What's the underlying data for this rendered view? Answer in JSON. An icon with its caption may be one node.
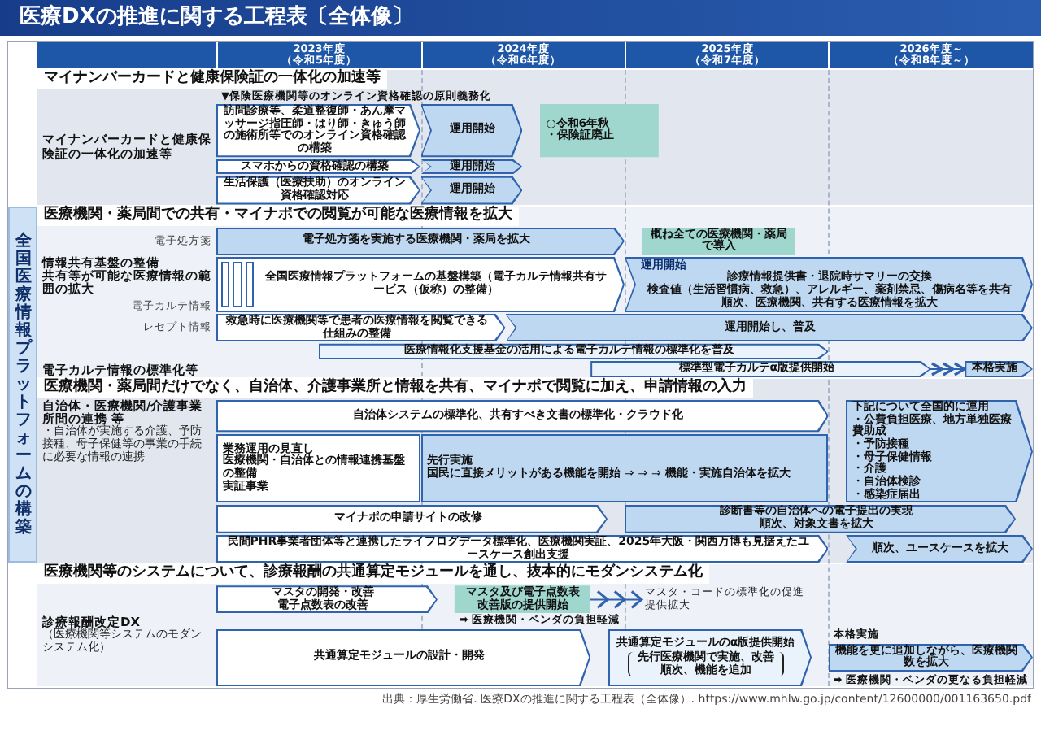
{
  "diagram": {
    "title": "医療DXの推進に関する工程表〔全体像〕",
    "caption": "出典：厚生労働省. 医療DXの推進に関する工程表（全体像）. https://www.mhlw.go.jp/content/12600000/001163650.pdf",
    "nodes": [
      {
        "text": [
          "全国医療情報プラットフォームの構築"
        ]
      },
      {
        "text": [
          "訪問診療等、柔道整復師・あん摩マッサージ指圧師・はり師・きゅう師の施術所等でのオンライン資格確認の構築"
        ]
      },
      {
        "text": [
          "運用開始"
        ]
      },
      {
        "text": [
          "○令和6年秋",
          "・保険証廃止"
        ]
      },
      {
        "text": [
          "スマホからの資格確認の構築"
        ]
      },
      {
        "text": [
          "運用開始"
        ]
      },
      {
        "text": [
          "生活保護（医療扶助）のオンライン資格確認対応"
        ]
      },
      {
        "text": [
          "運用開始"
        ]
      },
      {
        "text": [
          "電子処方箋を実施する医療機関・薬局を拡大"
        ],
        "beside": [
          "電子処方箋"
        ]
      },
      {
        "text": [
          "概ね全ての医療機関・薬局で導入"
        ]
      },
      {
        "text": [
          "全国医療情報プラットフォームの基盤構築（電子カルテ情報共有サービス（仮称）の整備）"
        ]
      },
      {
        "text": [
          "運用開始",
          "診療情報提供書・退院時サマリーの交換",
          "検査値（生活習慣病、救急）、アレルギー、薬剤禁忌、傷病名等を共有",
          "順次、医療機関、共有する医療情報を拡大"
        ]
      },
      {
        "text": [
          "救急時に医療機関等で患者の医療情報を閲覧できる仕組みの整備"
        ],
        "beside": [
          "レセプト情報"
        ]
      },
      {
        "text": [
          "運用開始し、普及"
        ]
      },
      {
        "text": [
          "医療情報化支援基金の活用による電子カルテ情報の標準化を普及"
        ]
      },
      {
        "text": [
          "標準型電子カルテα版提供開始"
        ]
      },
      {
        "text": [
          "本格実施"
        ]
      },
      {
        "text": [
          "自治体システムの標準化、共有すべき文書の標準化・クラウド化"
        ]
      },
      {
        "text": [
          "下記について全国的に運用",
          "・公費負担医療、地方単独医療費助成",
          "・予防接種",
          "・母子保健情報",
          "・介護",
          "・自治体検診",
          "・感染症届出"
        ]
      },
      {
        "text": [
          "業務運用の見直し",
          "医療機関・自治体との情報連携基盤の整備",
          "実証事業"
        ]
      },
      {
        "text": [
          "先行実施",
          "国民に直接メリットがある機能を開始 ⇒ ⇒ ⇒ 機能・実施自治体を拡大"
        ]
      },
      {
        "text": [
          "マイナポの申請サイトの改修"
        ]
      },
      {
        "text": [
          "診断書等の自治体への電子提出の実現",
          "順次、対象文書を拡大"
        ]
      },
      {
        "text": [
          "民間PHR事業者団体等と連携したライフログデータ標準化、医療機関実証、2025年大阪・関西万博も見据えたユースケース創出支援"
        ]
      },
      {
        "text": [
          "順次、ユースケースを拡大"
        ]
      },
      {
        "text": [
          "マスタの開発・改善",
          "電子点数表の改善"
        ]
      },
      {
        "text": [
          "マスタ及び電子点数表改善版の提供開始"
        ]
      },
      {
        "text": [
          "マスタ・コードの標準化の促進",
          "提供拡大"
        ]
      },
      {
        "text": [
          "共通算定モジュールの設計・開発"
        ]
      },
      {
        "text": [
          "共通算定モジュールのα版提供開始",
          "先行医療機関で実施、改善",
          "順次、機能を追加"
        ]
      },
      {
        "text": [
          "機能を更に追加しながら、医療機関数を拡大"
        ]
      }
    ],
    "edges": [
      {
        "from": 15,
        "to": 16,
        "arrow": "to"
      },
      {
        "from": 26,
        "to": 27,
        "arrow": "to"
      }
    ],
    "labels": [
      "2023年度",
      "（令和5年度）",
      "2024年度",
      "（令和6年度）",
      "2025年度",
      "（令和7年度）",
      "2026年度～",
      "（令和8年度～）",
      "マイナンバーカードと健康保険証の一体化の加速等",
      "▼保険医療機関等のオンライン資格確認の原則義務化",
      "マイナンバーカードと健康保険証の一体化の加速等",
      "医療機関・薬局間での共有・マイナポでの閲覧が可能な医療情報を拡大",
      "情報共有基盤の整備",
      "共有等が可能な医療情報の範囲の拡大",
      "電子カルテ情報",
      "電子カルテ情報の標準化等",
      "医療機関・薬局間だけでなく、自治体、介護事業所と情報を共有、マイナポで閲覧に加え、申請情報の入力",
      "自治体・医療機関/介護事業所間の連携 等",
      "・自治体が実施する介護、予防接種、母子保健等の事業の手続に必要な情報の連携",
      "医療機関等のシステムについて、診療報酬の共通算定モジュールを通し、抜本的にモダンシステム化",
      "診療報酬改定DX",
      "（医療機関等システムのモダンシステム化）",
      "➡ 医療機関・ベンダの負担軽減",
      "本格実施",
      "➡ 医療機関・ベンダの更なる負担軽減"
    ]
  }
}
